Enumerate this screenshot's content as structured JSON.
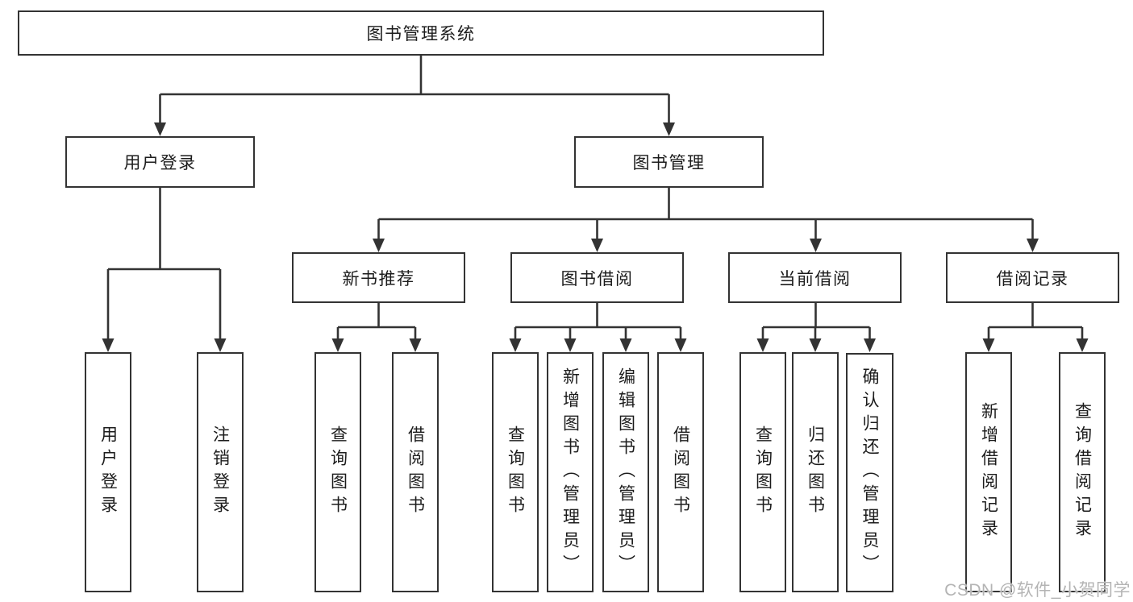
{
  "colors": {
    "line": "#333333",
    "box_border": "#333333",
    "text": "#1c1c1c",
    "watermark": "#b4b4b4",
    "background": "#ffffff"
  },
  "watermark": "CSDN @软件_小贺同学",
  "tree": {
    "root": {
      "label": "图书管理系统",
      "children": [
        {
          "label": "用户登录",
          "children": [
            {
              "label": "用户登录"
            },
            {
              "label": "注销登录"
            }
          ]
        },
        {
          "label": "图书管理",
          "children": [
            {
              "label": "新书推荐",
              "children": [
                {
                  "label": "查询图书"
                },
                {
                  "label": "借阅图书"
                }
              ]
            },
            {
              "label": "图书借阅",
              "children": [
                {
                  "label": "查询图书"
                },
                {
                  "label": "新增图书（管理员）"
                },
                {
                  "label": "编辑图书（管理员）"
                },
                {
                  "label": "借阅图书"
                }
              ]
            },
            {
              "label": "当前借阅",
              "children": [
                {
                  "label": "查询图书"
                },
                {
                  "label": "归还图书"
                },
                {
                  "label": "确认归还（管理员）"
                }
              ]
            },
            {
              "label": "借阅记录",
              "children": [
                {
                  "label": "新增借阅记录"
                },
                {
                  "label": "查询借阅记录"
                }
              ]
            }
          ]
        }
      ]
    }
  }
}
